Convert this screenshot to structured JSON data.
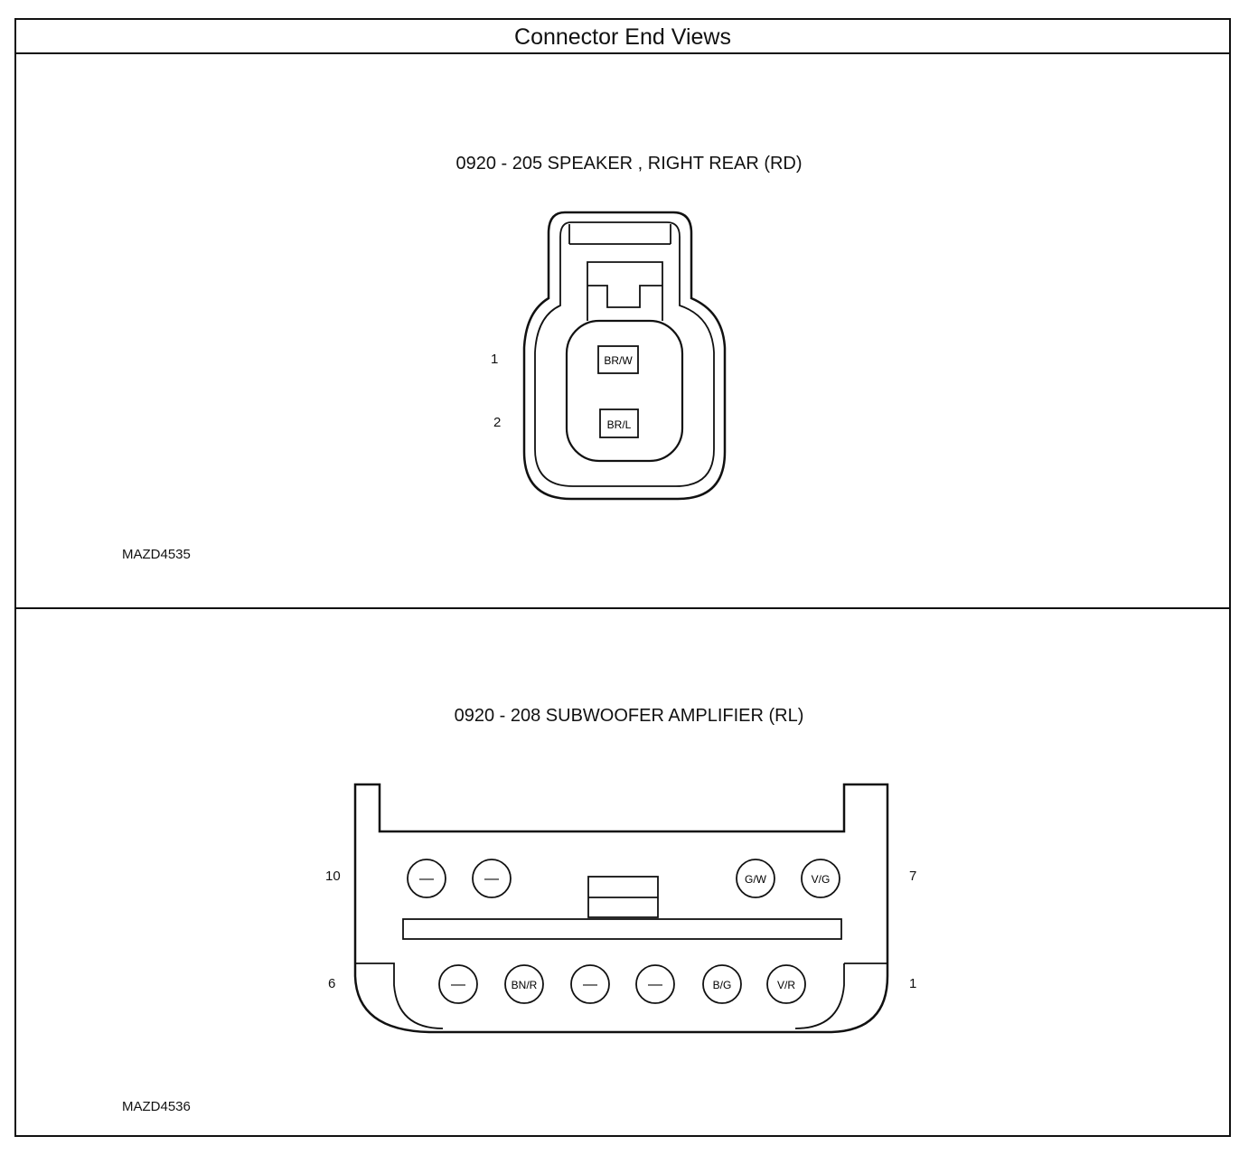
{
  "header": {
    "title": "Connector End Views"
  },
  "connectors": [
    {
      "title": "0920 - 205 SPEAKER , RIGHT REAR (RD)",
      "diagram_id": "MAZD4535",
      "pins": [
        {
          "number": "1",
          "wire": "BR/W"
        },
        {
          "number": "2",
          "wire": "BR/L"
        }
      ]
    },
    {
      "title": "0920 - 208 SUBWOOFER AMPLIFIER (RL)",
      "diagram_id": "MAZD4536",
      "pin_labels": {
        "top_left": "10",
        "top_right": "7",
        "bottom_left": "6",
        "bottom_right": "1"
      },
      "top_row": [
        "—",
        "—",
        "G/W",
        "V/G"
      ],
      "bottom_row": [
        "—",
        "BN/R",
        "—",
        "—",
        "B/G",
        "V/R"
      ]
    }
  ]
}
